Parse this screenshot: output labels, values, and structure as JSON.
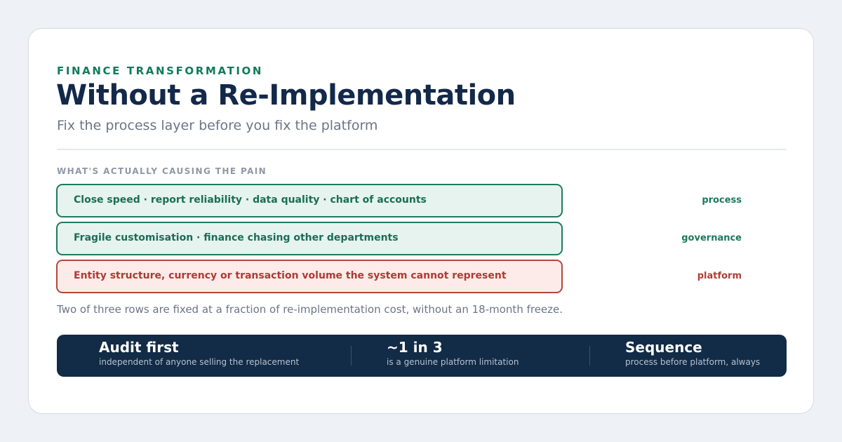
{
  "header": {
    "eyebrow": "FINANCE TRANSFORMATION",
    "title": "Without a Re-Implementation",
    "subtitle": "Fix the process layer before you fix the platform"
  },
  "section": {
    "label": "WHAT'S ACTUALLY CAUSING THE PAIN"
  },
  "rows": [
    {
      "text": "Close speed · report reliability · data quality · chart of accounts",
      "tag": "process",
      "status": "green"
    },
    {
      "text": "Fragile customisation · finance chasing other departments",
      "tag": "governance",
      "status": "green"
    },
    {
      "text": "Entity structure, currency or transaction volume the system cannot represent",
      "tag": "platform",
      "status": "red"
    }
  ],
  "note": "Two of three rows are fixed at a fraction of re-implementation cost, without an 18-month freeze.",
  "stats": [
    {
      "value": "Audit first",
      "caption": "independent of anyone selling the replacement"
    },
    {
      "value": "~1 in 3",
      "caption": "is a genuine platform limitation"
    },
    {
      "value": "Sequence",
      "caption": "process before platform, always"
    }
  ],
  "colors": {
    "accent_green": "#127a5b",
    "title_navy": "#13294a",
    "process_fill": "#e6f3ee",
    "platform_fill": "#fcebe9",
    "platform_red": "#b3463d",
    "bar_navy": "#122b46"
  }
}
